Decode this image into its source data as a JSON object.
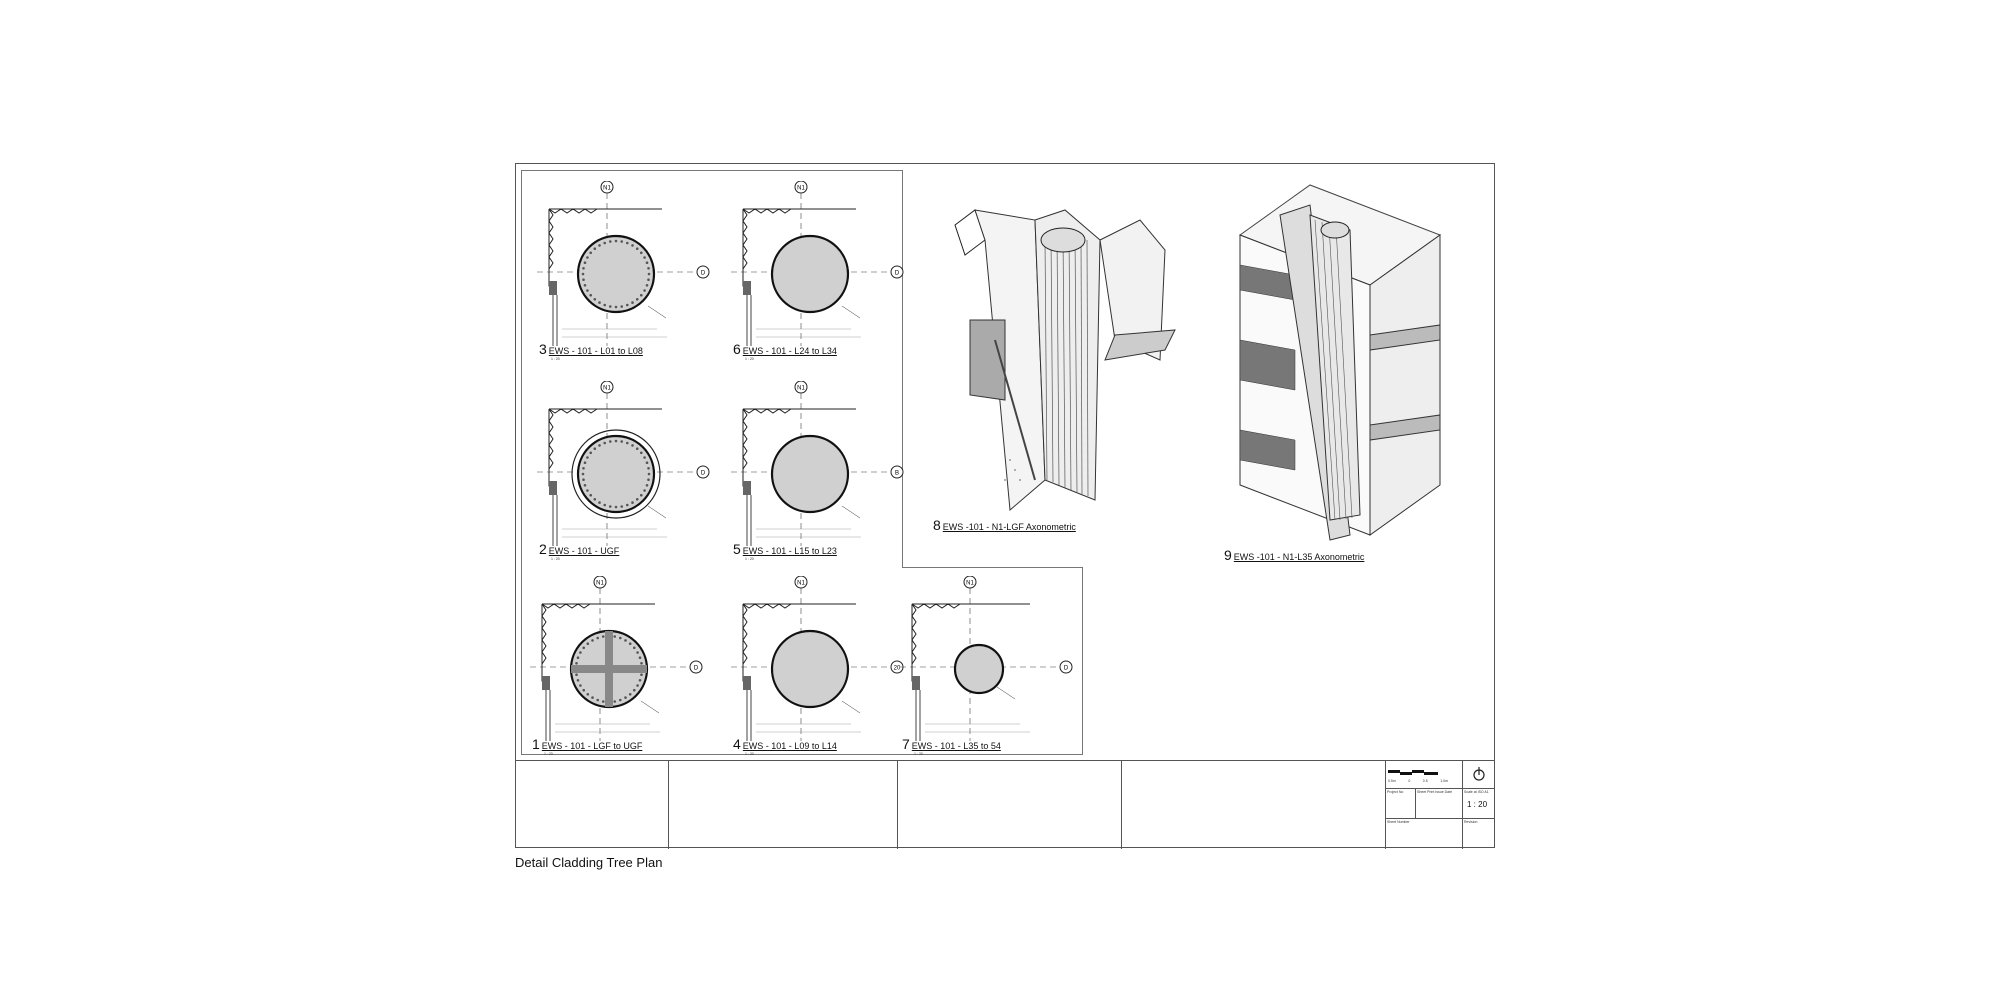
{
  "sheet_title": "Detail Cladding Tree Plan",
  "details": [
    {
      "num": "3",
      "title": "EWS - 101 - L01 to L08",
      "scale": "1 : 20",
      "grid_top": "N1",
      "grid_side": "D",
      "style": "dotted"
    },
    {
      "num": "6",
      "title": "EWS - 101 - L24 to L34",
      "scale": "1 : 20",
      "grid_top": "N1",
      "grid_side": "D",
      "style": "plain"
    },
    {
      "num": "2",
      "title": "EWS - 101 - UGF",
      "scale": "1 : 20",
      "grid_top": "N1",
      "grid_side": "D",
      "style": "ring"
    },
    {
      "num": "5",
      "title": "EWS - 101 - L15 to L23",
      "scale": "1 : 20",
      "grid_top": "N1",
      "grid_side": "B",
      "style": "plain"
    },
    {
      "num": "1",
      "title": "EWS - 101 - LGF to UGF",
      "scale": "1 : 20",
      "grid_top": "N1",
      "grid_side": "D",
      "style": "cross"
    },
    {
      "num": "4",
      "title": "EWS - 101 - L09 to L14",
      "scale": "1 : 20",
      "grid_top": "N1",
      "grid_side": "20",
      "style": "plain"
    },
    {
      "num": "7",
      "title": "EWS - 101 - L35 to 54",
      "scale": "1 : 20",
      "grid_top": "N1",
      "grid_side": "D",
      "style": "small"
    }
  ],
  "axonometrics": [
    {
      "num": "8",
      "title": "EWS -101 - N1-LGF Axonometric"
    },
    {
      "num": "9",
      "title": "EWS -101 - N1-L35 Axonometric"
    }
  ],
  "title_block": {
    "scale_bar_labels": [
      "0.5m",
      "0",
      "0.5",
      "1.0m"
    ],
    "project_no_label": "Project No",
    "issue_date_label": "Sheet Print Issue Date",
    "scale_label": "Scale at ISO A1",
    "scale_value": "1 : 20",
    "sheet_number_label": "Sheet Number",
    "revision_label": "Revision"
  }
}
